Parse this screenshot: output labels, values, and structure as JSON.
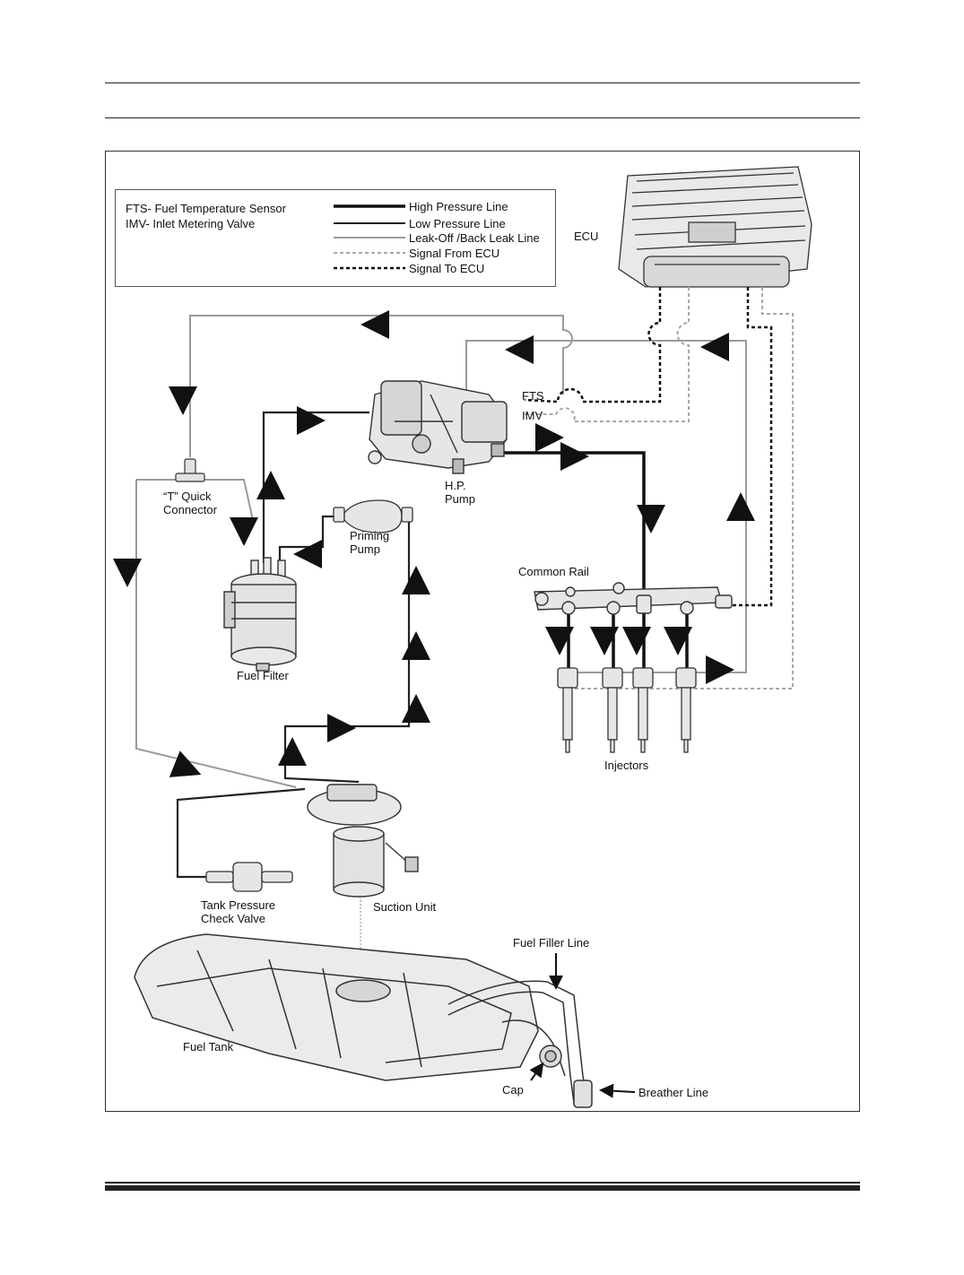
{
  "legend": {
    "abbr_fts": "FTS- Fuel Temperature Sensor",
    "abbr_imv": "IMV-  Inlet Metering Valve",
    "high_pressure": "High Pressure Line",
    "low_pressure": "Low Pressure Line",
    "leak_off": "Leak-Off /Back Leak Line",
    "signal_from": "Signal From ECU",
    "signal_to": "Signal To ECU"
  },
  "labels": {
    "ecu": "ECU",
    "fts": "FTS",
    "imv": "IMV",
    "hp_pump": "H.P.\nPump",
    "t_connector": "“T” Quick\nConnector",
    "priming_pump": "Priming\nPump",
    "common_rail": "Common Rail",
    "fuel_filter": "Fuel Filter",
    "injectors": "Injectors",
    "tank_check_valve": "Tank Pressure\nCheck Valve",
    "suction_unit": "Suction Unit",
    "fuel_filler_line": "Fuel Filler Line",
    "fuel_tank": "Fuel Tank",
    "cap": "Cap",
    "breather_line": "Breather Line"
  },
  "colors": {
    "high_pressure": "#111111",
    "low_pressure": "#222222",
    "leak_off": "#9a9a9a",
    "signal_from": "#a8a8a8",
    "signal_to": "#111111"
  }
}
